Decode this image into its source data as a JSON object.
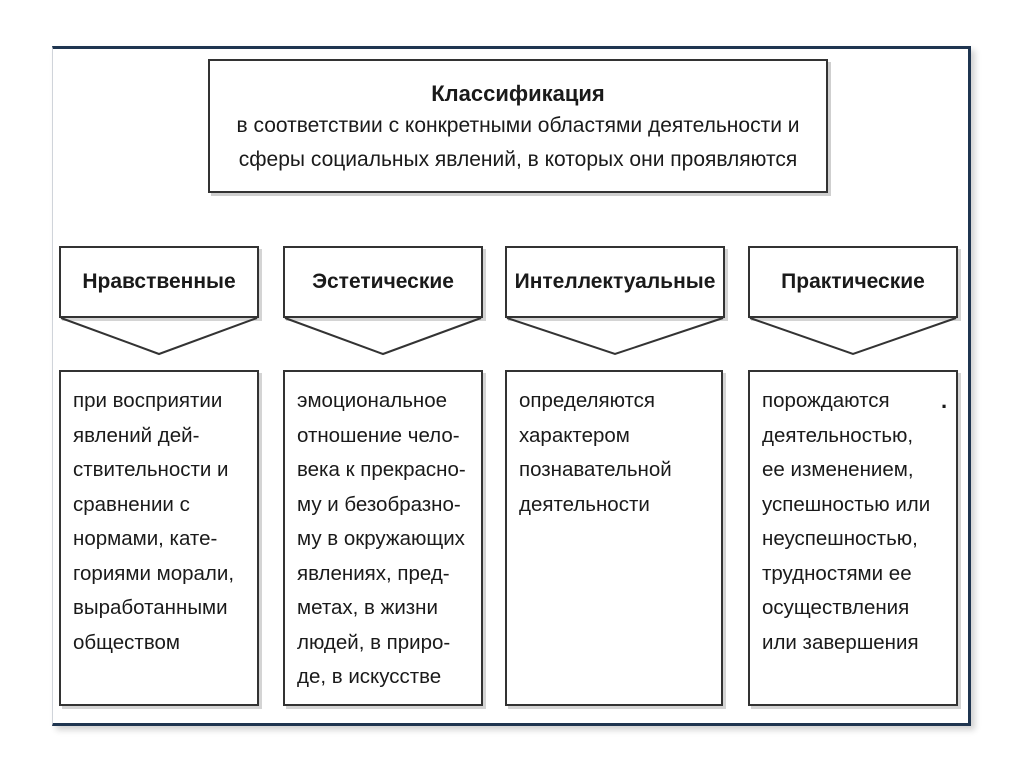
{
  "diagram": {
    "header": {
      "title": "Классификация",
      "subtitle_lines": [
        "в соответствии с конкретными областями деятельности и",
        "сферы социальных явлений, в которых они проявляются"
      ]
    },
    "categories": [
      {
        "label": "Нравственные",
        "lines": [
          "при восприятии",
          "явлений дей-",
          "ствительности и",
          "сравнении с",
          "нормами, кате-",
          "гориями морали,",
          "выработанными",
          "обществом"
        ]
      },
      {
        "label": "Эстетические",
        "lines": [
          "эмоциональное",
          "отношение чело-",
          "века к прекрасно-",
          "му и безобразно-",
          "му в окружающих",
          "явлениях, пред-",
          "метах, в жизни",
          "людей, в приро-",
          "де, в искусстве"
        ]
      },
      {
        "label": "Интеллектуальные",
        "lines": [
          "определяются",
          "характером",
          "познавательной",
          "деятельности"
        ]
      },
      {
        "label": "Практические",
        "lines": [
          "порождаются",
          "деятельностью,",
          "ее изменением,",
          "успешностью или",
          "неуспешностью,",
          "трудностями ее",
          "осуществления",
          "или завершения"
        ]
      }
    ],
    "stray_mark": "."
  }
}
